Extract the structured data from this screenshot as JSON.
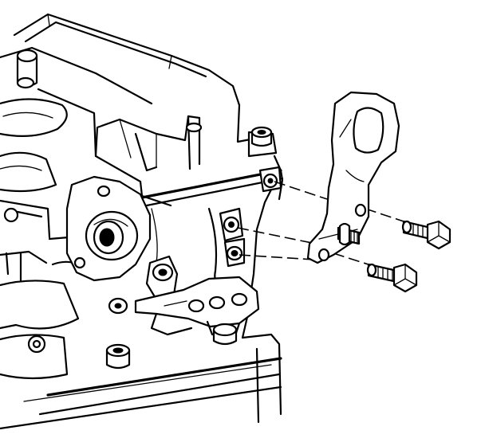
{
  "colors": {
    "line": "#000000",
    "background": "#ffffff"
  },
  "parts": [
    "engine-block",
    "intake-manifold",
    "support-bracket",
    "upper-bolt",
    "lower-bolt",
    "stud",
    "lower-mounting-bracket"
  ]
}
